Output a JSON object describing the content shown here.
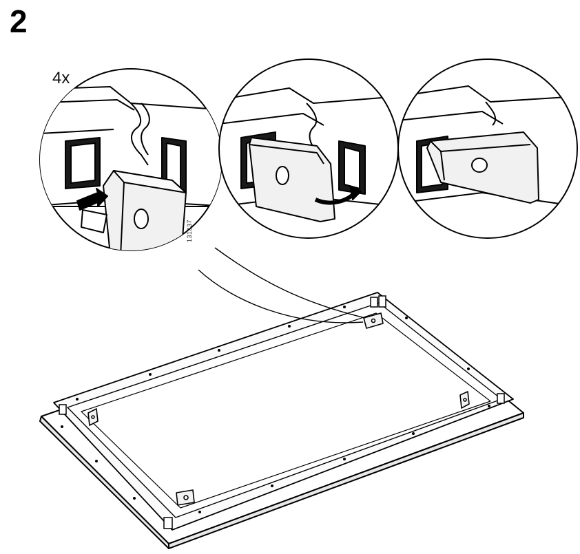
{
  "step": {
    "number": "2"
  },
  "callout": {
    "quantity": "4x"
  },
  "part": {
    "number": "131337"
  },
  "colors": {
    "line": "#000000",
    "part_fill": "#f1f1f1",
    "opening_fill": "#1a1a1a",
    "arrow": "#000000"
  },
  "panels": [
    "detail-insert",
    "detail-rotate",
    "detail-locked"
  ]
}
